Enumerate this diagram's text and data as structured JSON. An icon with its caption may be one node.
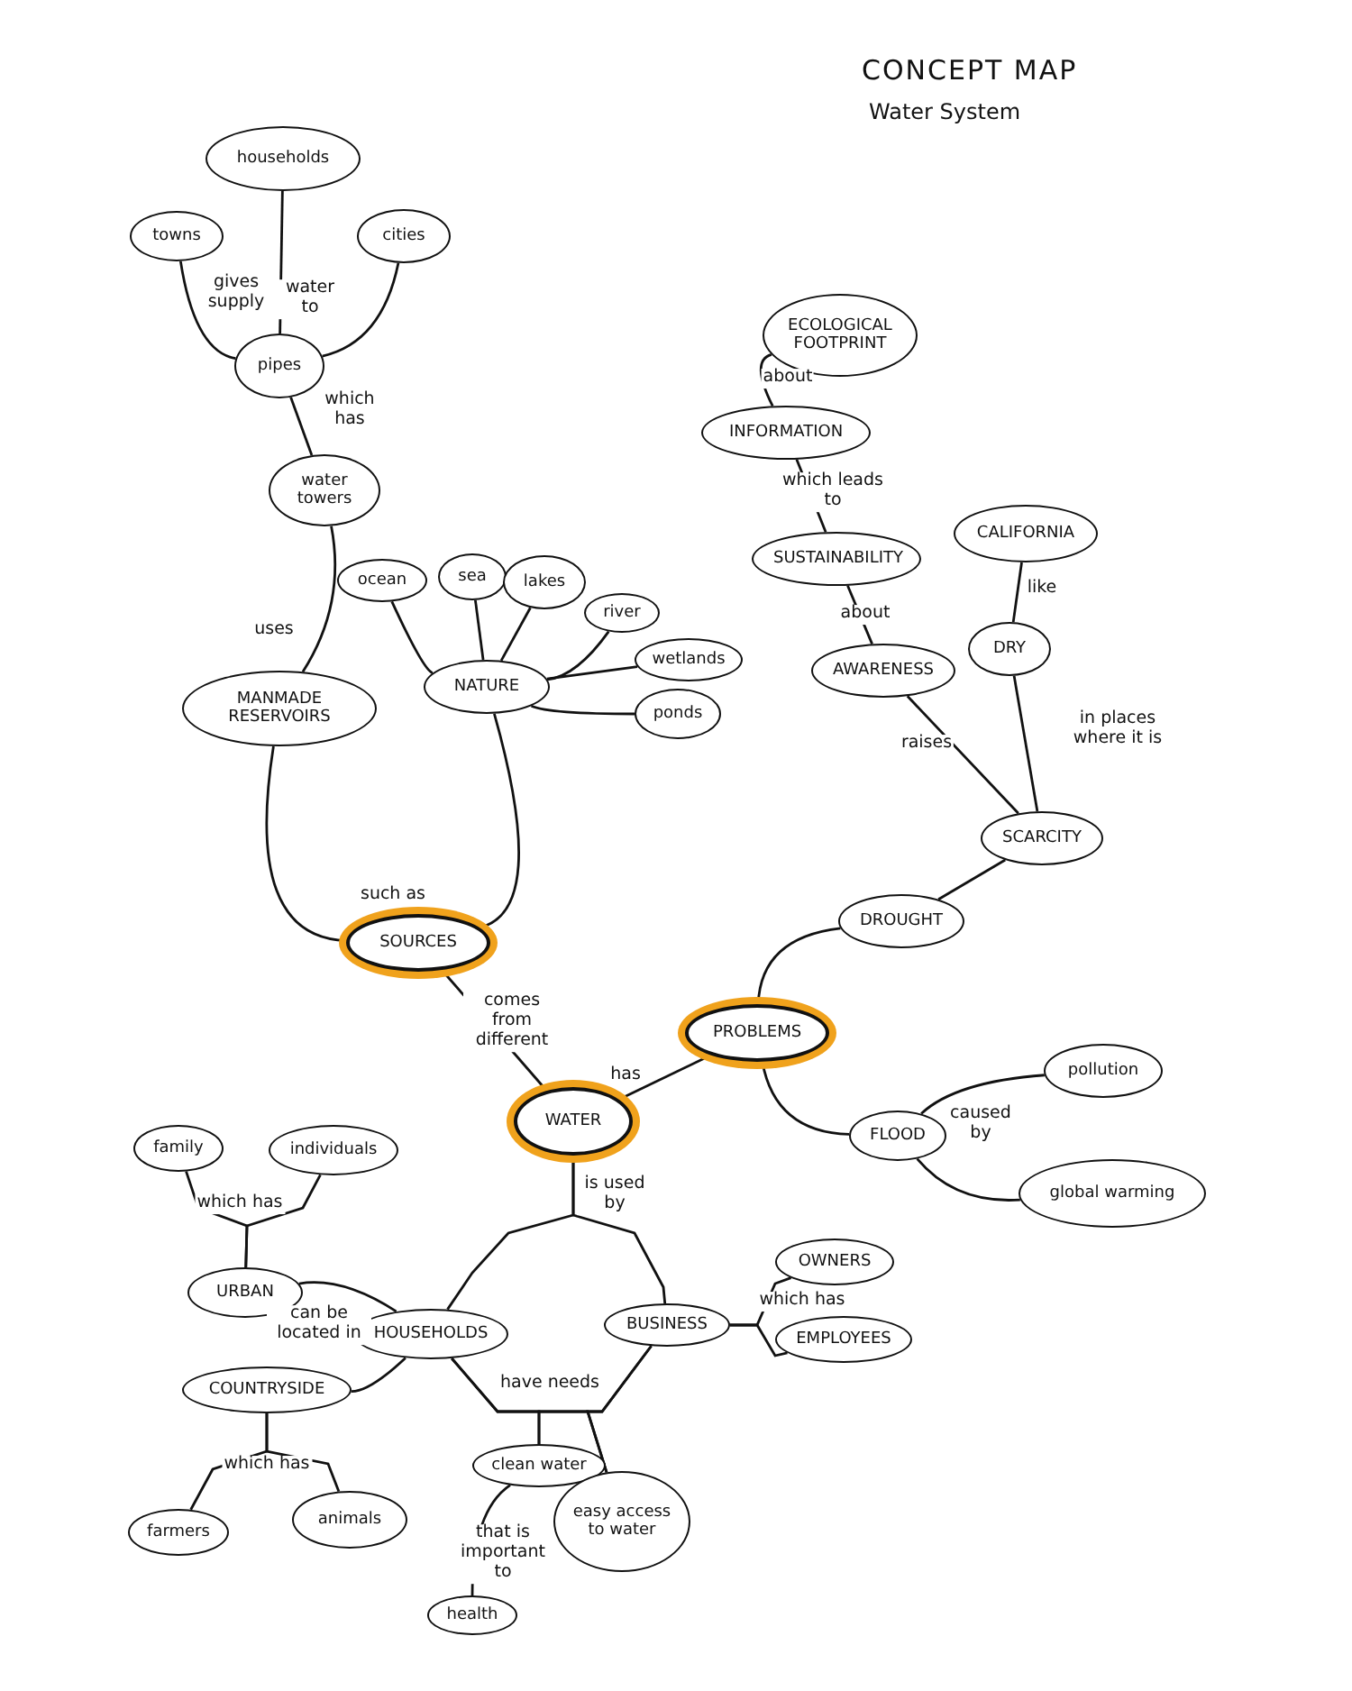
{
  "diagram": {
    "title": "CONCEPT MAP",
    "nodes": [
      {
        "text": [
          "households"
        ]
      },
      {
        "text": [
          "towns"
        ]
      },
      {
        "text": [
          "cities"
        ]
      },
      {
        "text": [
          "pipes"
        ]
      },
      {
        "text": [
          "water towers"
        ]
      },
      {
        "text": [
          "MANMADE RESERVOIRS"
        ]
      },
      {
        "text": [
          "ocean"
        ]
      },
      {
        "text": [
          "sea"
        ]
      },
      {
        "text": [
          "lakes"
        ]
      },
      {
        "text": [
          "NATURE"
        ]
      },
      {
        "text": [
          "river"
        ]
      },
      {
        "text": [
          "wetlands"
        ]
      },
      {
        "text": [
          "ponds"
        ]
      },
      {
        "text": [
          "SOURCES"
        ]
      },
      {
        "text": [
          "ECOLOGICAL FOOTPRINT"
        ]
      },
      {
        "text": [
          "INFORMATION"
        ]
      },
      {
        "text": [
          "SUSTAINABILITY"
        ]
      },
      {
        "text": [
          "AWARENESS"
        ]
      },
      {
        "text": [
          "CALIFORNIA"
        ]
      },
      {
        "text": [
          "DRY"
        ]
      },
      {
        "text": [
          "SCARCITY"
        ]
      },
      {
        "text": [
          "DROUGHT"
        ]
      },
      {
        "text": [
          "PROBLEMS"
        ]
      },
      {
        "text": [
          "WATER"
        ]
      },
      {
        "text": [
          "pollution"
        ]
      },
      {
        "text": [
          "FLOOD"
        ]
      },
      {
        "text": [
          "global warming"
        ]
      },
      {
        "text": [
          "family"
        ]
      },
      {
        "text": [
          "individuals"
        ]
      },
      {
        "text": [
          "URBAN"
        ]
      },
      {
        "text": [
          "HOUSEHOLDS"
        ]
      },
      {
        "text": [
          "COUNTRYSIDE"
        ]
      },
      {
        "text": [
          "farmers"
        ]
      },
      {
        "text": [
          "animals"
        ]
      },
      {
        "text": [
          "BUSINESS"
        ]
      },
      {
        "text": [
          "OWNERS"
        ]
      },
      {
        "text": [
          "EMPLOYEES"
        ]
      },
      {
        "text": [
          "clean water"
        ]
      },
      {
        "text": [
          "easy access to water"
        ]
      },
      {
        "text": [
          "health"
        ]
      }
    ],
    "edges": [
      {
        "from": 3,
        "to": 0,
        "arrow": "none",
        "label": "water to"
      },
      {
        "from": 3,
        "to": 1,
        "arrow": "none",
        "label": "gives supply"
      },
      {
        "from": 3,
        "to": 2,
        "arrow": "none"
      },
      {
        "from": 3,
        "to": 4,
        "arrow": "none",
        "label": "which has"
      },
      {
        "from": 4,
        "to": 5,
        "arrow": "none",
        "label": "uses"
      },
      {
        "from": 9,
        "to": 6,
        "arrow": "none"
      },
      {
        "from": 9,
        "to": 7,
        "arrow": "none"
      },
      {
        "from": 9,
        "to": 8,
        "arrow": "none"
      },
      {
        "from": 9,
        "to": 10,
        "arrow": "none"
      },
      {
        "from": 9,
        "to": 11,
        "arrow": "none"
      },
      {
        "from": 9,
        "to": 12,
        "arrow": "none"
      },
      {
        "from": 13,
        "to": 5,
        "arrow": "none",
        "label": "such as"
      },
      {
        "from": 13,
        "to": 9,
        "arrow": "none"
      },
      {
        "from": 23,
        "to": 13,
        "arrow": "none",
        "label": "comes from different"
      },
      {
        "from": 23,
        "to": 22,
        "arrow": "none",
        "label": "has"
      },
      {
        "from": 22,
        "to": 21,
        "arrow": "none"
      },
      {
        "from": 22,
        "to": 25,
        "arrow": "none"
      },
      {
        "from": 21,
        "to": 20,
        "arrow": "none"
      },
      {
        "from": 20,
        "to": 17,
        "arrow": "none",
        "label": "raises"
      },
      {
        "from": 20,
        "to": 19,
        "arrow": "none",
        "label": "in places where it is"
      },
      {
        "from": 19,
        "to": 18,
        "arrow": "none",
        "label": "like"
      },
      {
        "from": 17,
        "to": 16,
        "arrow": "none",
        "label": "about"
      },
      {
        "from": 16,
        "to": 15,
        "arrow": "none",
        "label": "which leads to"
      },
      {
        "from": 15,
        "to": 14,
        "arrow": "none",
        "label": "about"
      },
      {
        "from": 25,
        "to": 24,
        "arrow": "none",
        "label": "caused by"
      },
      {
        "from": 25,
        "to": 26,
        "arrow": "none"
      },
      {
        "from": 23,
        "to": 30,
        "arrow": "none",
        "label": "is used by"
      },
      {
        "from": 23,
        "to": 34,
        "arrow": "none"
      },
      {
        "from": 34,
        "to": 35,
        "arrow": "none",
        "label": "which has"
      },
      {
        "from": 34,
        "to": 36,
        "arrow": "none"
      },
      {
        "from": 30,
        "to": 29,
        "arrow": "none",
        "label": "can be located in"
      },
      {
        "from": 30,
        "to": 31,
        "arrow": "none"
      },
      {
        "from": 29,
        "to": 27,
        "arrow": "none",
        "label": "which has"
      },
      {
        "from": 29,
        "to": 28,
        "arrow": "none"
      },
      {
        "from": 31,
        "to": 32,
        "arrow": "none",
        "label": "which has"
      },
      {
        "from": 31,
        "to": 33,
        "arrow": "none"
      },
      {
        "from": 30,
        "to": 37,
        "arrow": "none",
        "label": "have needs"
      },
      {
        "from": 30,
        "to": 38,
        "arrow": "none"
      },
      {
        "from": 34,
        "to": 37,
        "arrow": "none"
      },
      {
        "from": 34,
        "to": 38,
        "arrow": "none"
      },
      {
        "from": 37,
        "to": 39,
        "arrow": "none",
        "label": "that is important to"
      }
    ],
    "labels": [
      "Water System"
    ]
  }
}
